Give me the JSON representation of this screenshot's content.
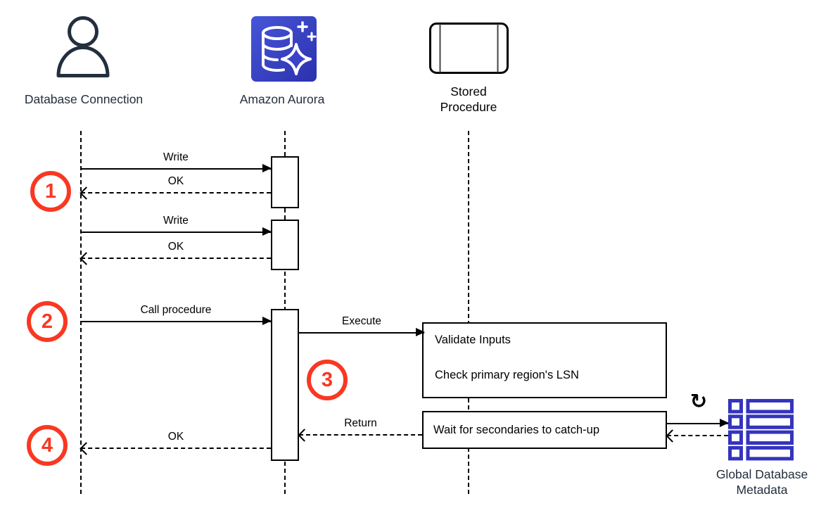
{
  "diagram_type": "sequence-diagram",
  "colors": {
    "step_badge_red": "#f93822",
    "metadata_icon_blue": "#3534bd",
    "aurora_gradient_start": "#4656d8",
    "aurora_gradient_end": "#2c31ad",
    "actor_label_color": "#232f3e",
    "line_color": "#000000"
  },
  "actors": {
    "database_connection": {
      "label": "Database Connection",
      "icon": "person-icon"
    },
    "amazon_aurora": {
      "label": "Amazon Aurora",
      "icon": "aurora-database-icon"
    },
    "stored_procedure": {
      "label_line1": "Stored",
      "label_line2": "Procedure",
      "icon": "stored-procedure-icon"
    },
    "global_database_metadata": {
      "label_line1": "Global Database",
      "label_line2": "Metadata",
      "icon": "database-metadata-icon"
    }
  },
  "steps": [
    "1",
    "2",
    "3",
    "4"
  ],
  "messages": {
    "write_1": "Write",
    "ok_1": "OK",
    "write_2": "Write",
    "ok_2": "OK",
    "call_procedure": "Call procedure",
    "execute": "Execute",
    "return": "Return",
    "ok_final": "OK"
  },
  "process_boxes": {
    "validate": {
      "line1": "Validate Inputs",
      "line2": "Check primary region's LSN"
    },
    "wait": {
      "text": "Wait for secondaries to catch-up"
    }
  },
  "icons": {
    "refresh_symbol": "↻"
  }
}
